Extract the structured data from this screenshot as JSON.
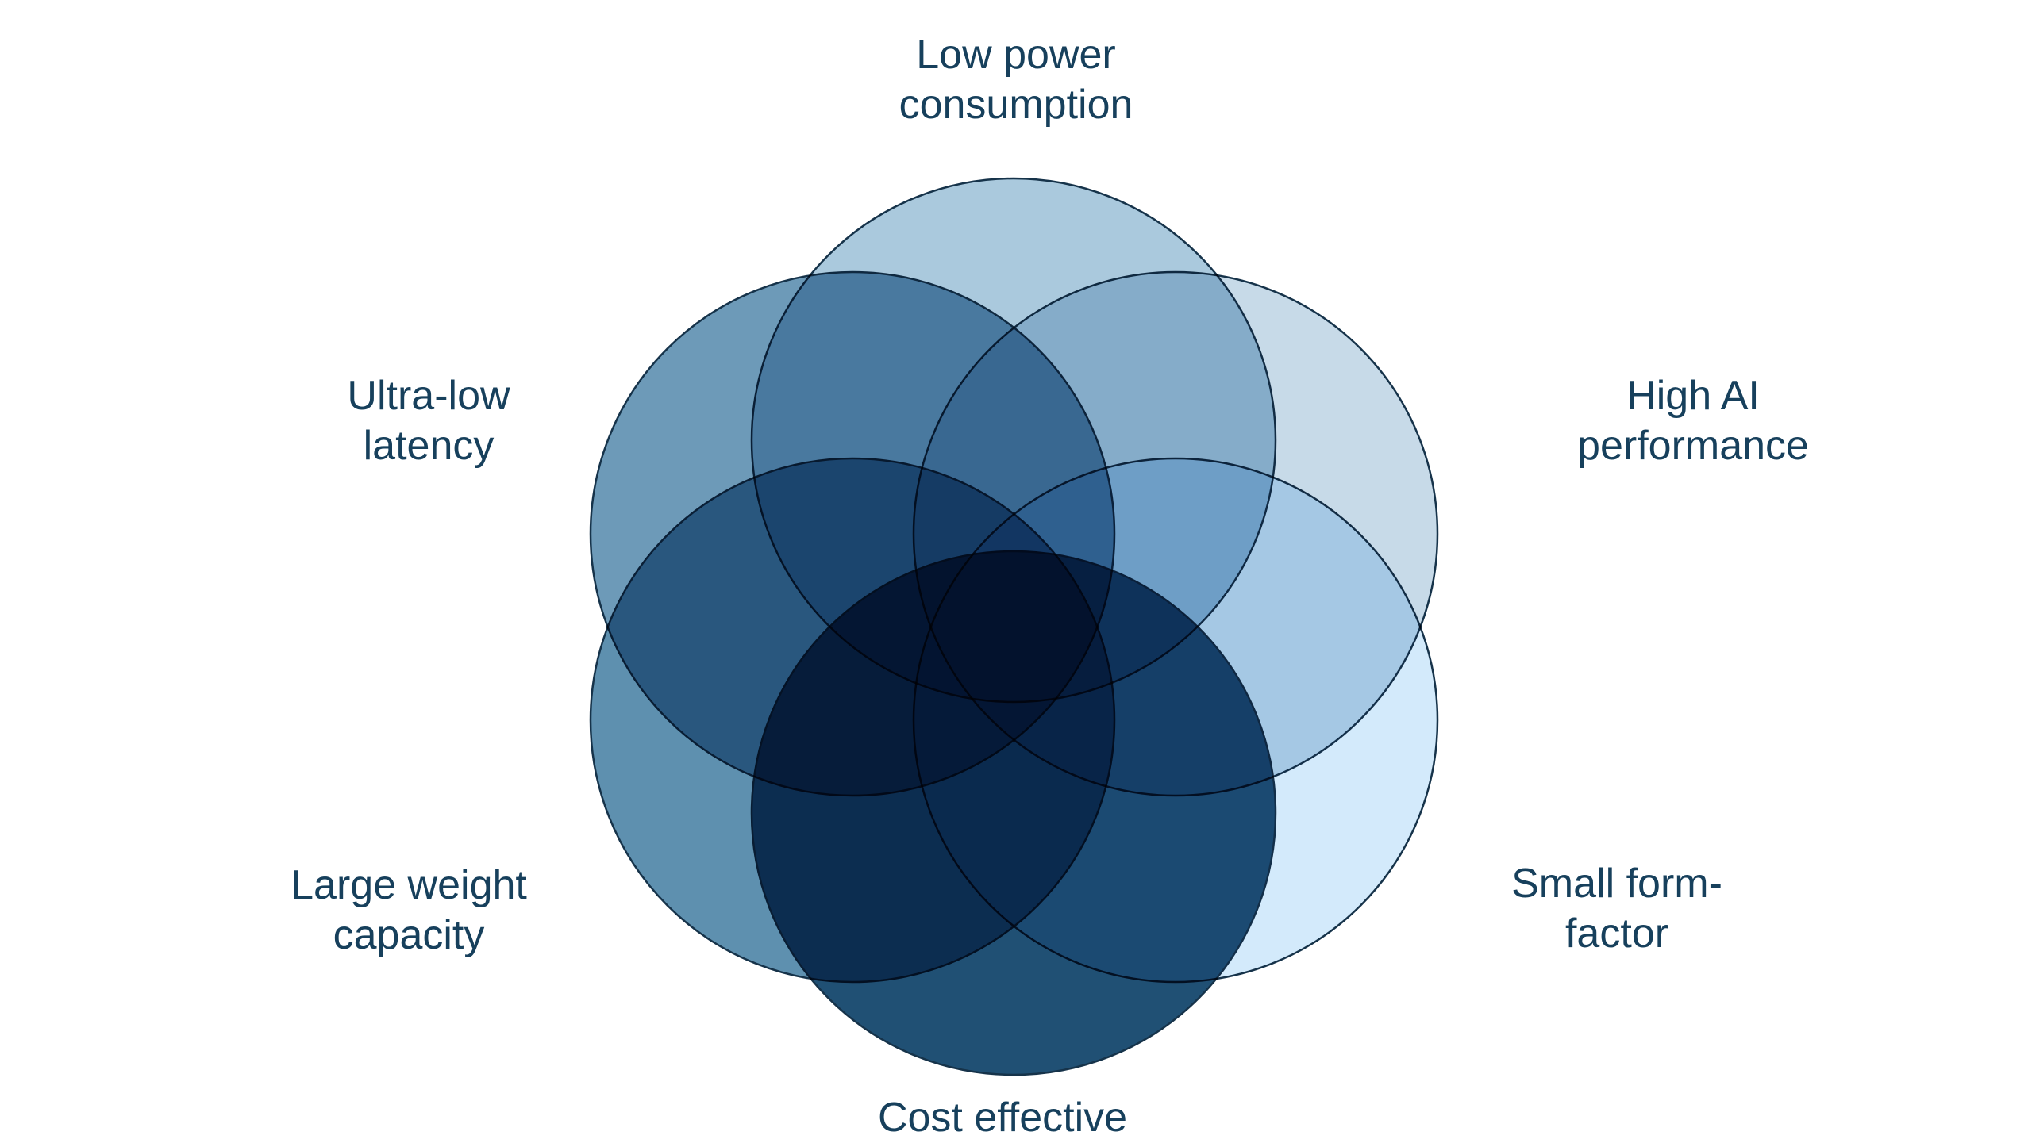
{
  "figure": {
    "type": "venn",
    "description": "Six overlapping circles arranged in a flower pattern, each representing a system attribute",
    "sets": [
      {
        "name": "low-power-consumption",
        "label": "Low power\nconsumption",
        "color": "#aac9dd",
        "position": "top"
      },
      {
        "name": "high-ai-performance",
        "label": "High AI\nperformance",
        "color": "#c7dae8",
        "position": "upper-right"
      },
      {
        "name": "small-form-factor",
        "label": "Small form-\nfactor",
        "color": "#d3eafb",
        "position": "lower-right"
      },
      {
        "name": "cost-effective",
        "label": "Cost effective",
        "color": "#205074",
        "position": "bottom"
      },
      {
        "name": "large-weight-capacity",
        "label": "Large weight\ncapacity",
        "color": "#5e90af",
        "position": "lower-left"
      },
      {
        "name": "ultra-low-latency",
        "label": "Ultra-low\nlatency",
        "color": "#6d9ab8",
        "position": "upper-left"
      }
    ],
    "colors": {
      "text": "#17405c",
      "stroke": "#16334a",
      "background": "#ffffff"
    }
  }
}
